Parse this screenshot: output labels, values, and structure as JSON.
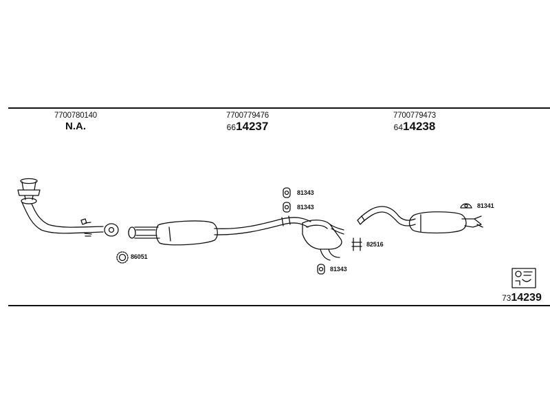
{
  "sections": [
    {
      "part_number": "7700780140",
      "ref_text": "N.A."
    },
    {
      "part_number": "7700779476",
      "ref_prefix": "66",
      "ref_main": "14237"
    },
    {
      "part_number": "7700779473",
      "ref_prefix": "64",
      "ref_main": "14238"
    }
  ],
  "callouts": {
    "gasket": "86051",
    "hanger_a": "81343",
    "hanger_b": "81343",
    "hanger_c": "81343",
    "clamp": "82516",
    "rear_hanger": "81341"
  },
  "kit": {
    "ref_prefix": "73",
    "ref_main": "14239",
    "icon": "mounting-kit-icon"
  },
  "colors": {
    "line": "#111111",
    "background": "#ffffff"
  }
}
